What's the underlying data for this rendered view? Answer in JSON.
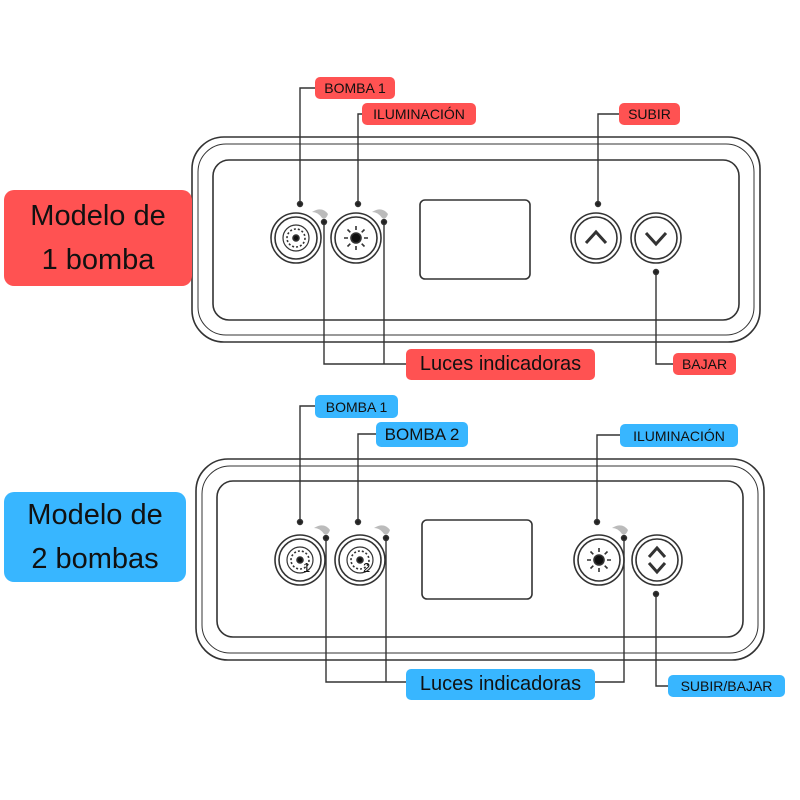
{
  "model1": {
    "title_line1": "Modelo de",
    "title_line2": "1 bomba",
    "labels": {
      "pump1": "BOMBA 1",
      "light": "ILUMINACIÓN",
      "up": "SUBIR",
      "down": "BAJAR",
      "indicators": "Luces indicadoras"
    },
    "color": "#ff5252"
  },
  "model2": {
    "title_line1": "Modelo de",
    "title_line2": "2 bombas",
    "labels": {
      "pump1": "BOMBA 1",
      "pump2": "BOMBA 2",
      "light": "ILUMINACIÓN",
      "updown": "SUBIR/BAJAR",
      "indicators": "Luces indicadoras"
    },
    "button_numbers": [
      "1",
      "2"
    ],
    "color": "#38b6ff"
  }
}
